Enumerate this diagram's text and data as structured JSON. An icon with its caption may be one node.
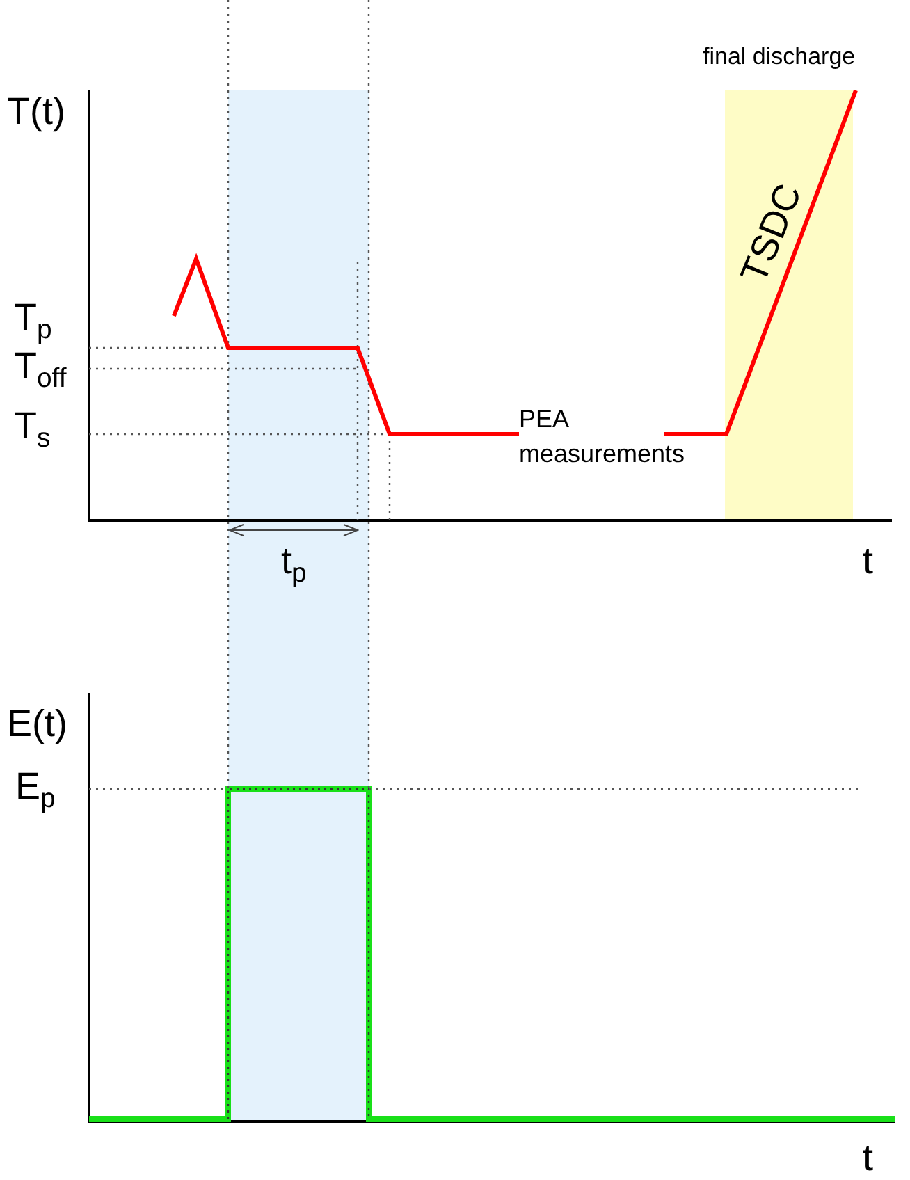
{
  "diagram": {
    "labels": [
      "final discharge",
      "T(t)",
      "TSDC",
      "T$_{p}$",
      "T$_{off}$",
      "PEA measurements",
      "T$_{s}$",
      "t",
      "t$_{p}$",
      "E(t)",
      "E$_{p}$",
      "t"
    ]
  }
}
